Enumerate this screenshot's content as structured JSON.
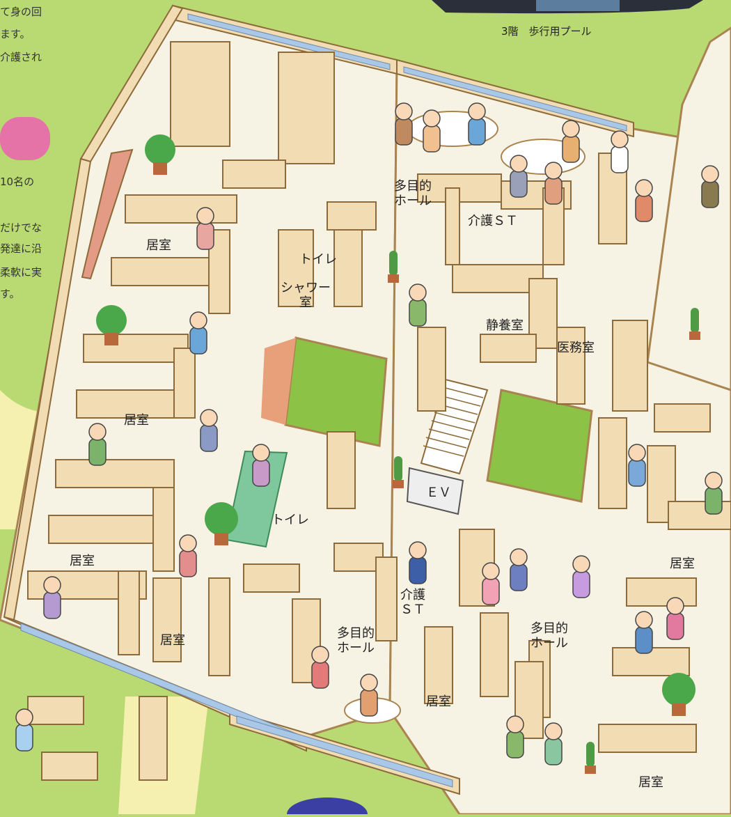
{
  "caption": "3階　歩行用プール",
  "side_text": {
    "line1": "て身の回",
    "line2": "ます。",
    "line3": "介護され",
    "line4": "10名の",
    "line5": "だけでな",
    "line6": "発達に沿",
    "line7": "柔軟に実",
    "line8": "す。"
  },
  "rooms": {
    "kyoshitsu_1": "居室",
    "kyoshitsu_2": "居室",
    "kyoshitsu_3": "居室",
    "kyoshitsu_4": "居室",
    "kyoshitsu_5": "居室",
    "kyoshitsu_6": "居室",
    "kyoshitsu_7": "居室",
    "tamokuteki_1_line1": "多目的",
    "tamokuteki_1_line2": "ホール",
    "tamokuteki_2_line1": "多目的",
    "tamokuteki_2_line2": "ホール",
    "tamokuteki_3_line1": "多目的",
    "tamokuteki_3_line2": "ホール",
    "kaigo_st_1": "介護ＳＴ",
    "kaigo_st_2_line1": "介護",
    "kaigo_st_2_line2": "ＳＴ",
    "toilet_1": "トイレ",
    "toilet_2": "トイレ",
    "shower_line1": "シャワー",
    "shower_line2": "室",
    "seiyou": "静養室",
    "imu": "医務室",
    "ev": "ＥＶ"
  },
  "colors": {
    "lawn": "#b9da72",
    "floor": "#f7f3e4",
    "wall_top": "#f2dcb4",
    "wall_side": "#e2c08a",
    "window": "#a9c7e6",
    "courtyard": "#8cc346",
    "pink_bar": "#e673a8",
    "pool": "#2b2f3a"
  }
}
